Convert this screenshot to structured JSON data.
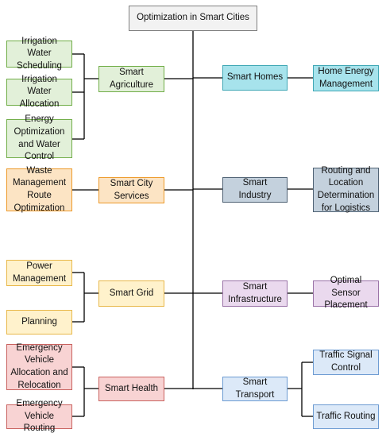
{
  "title": "Optimization in Smart Cities",
  "left_branches": [
    {
      "label": "Smart Agriculture",
      "leaves": [
        "Irrigation Water Scheduling",
        "Irrigation Water Allocation",
        "Energy Optimization and Water Control"
      ]
    },
    {
      "label": "Smart City Services",
      "leaves": [
        "Waste Management Route Optimization"
      ]
    },
    {
      "label": "Smart Grid",
      "leaves": [
        "Power Management",
        "Planning"
      ]
    },
    {
      "label": "Smart Health",
      "leaves": [
        "Emergency Vehicle Allocation and Relocation",
        "Emergency Vehicle Routing"
      ]
    }
  ],
  "right_branches": [
    {
      "label": "Smart Homes",
      "leaves": [
        "Home Energy Management"
      ]
    },
    {
      "label": "Smart Industry",
      "leaves": [
        "Routing and Location Determination for Logistics"
      ]
    },
    {
      "label": "Smart Infrastructure",
      "leaves": [
        "Optimal Sensor Placement"
      ]
    },
    {
      "label": "Smart Transport",
      "leaves": [
        "Traffic Signal Control",
        "Traffic Routing"
      ]
    }
  ],
  "colors": {
    "agriculture": "#e2f0d9",
    "city_services": "#fce4c4",
    "grid": "#fff2cc",
    "health": "#f8d3d3",
    "homes": "#a7e3ec",
    "industry": "#c4d1dd",
    "infrastructure": "#ead9ee",
    "transport": "#dce9f8",
    "connector": "#000000"
  }
}
